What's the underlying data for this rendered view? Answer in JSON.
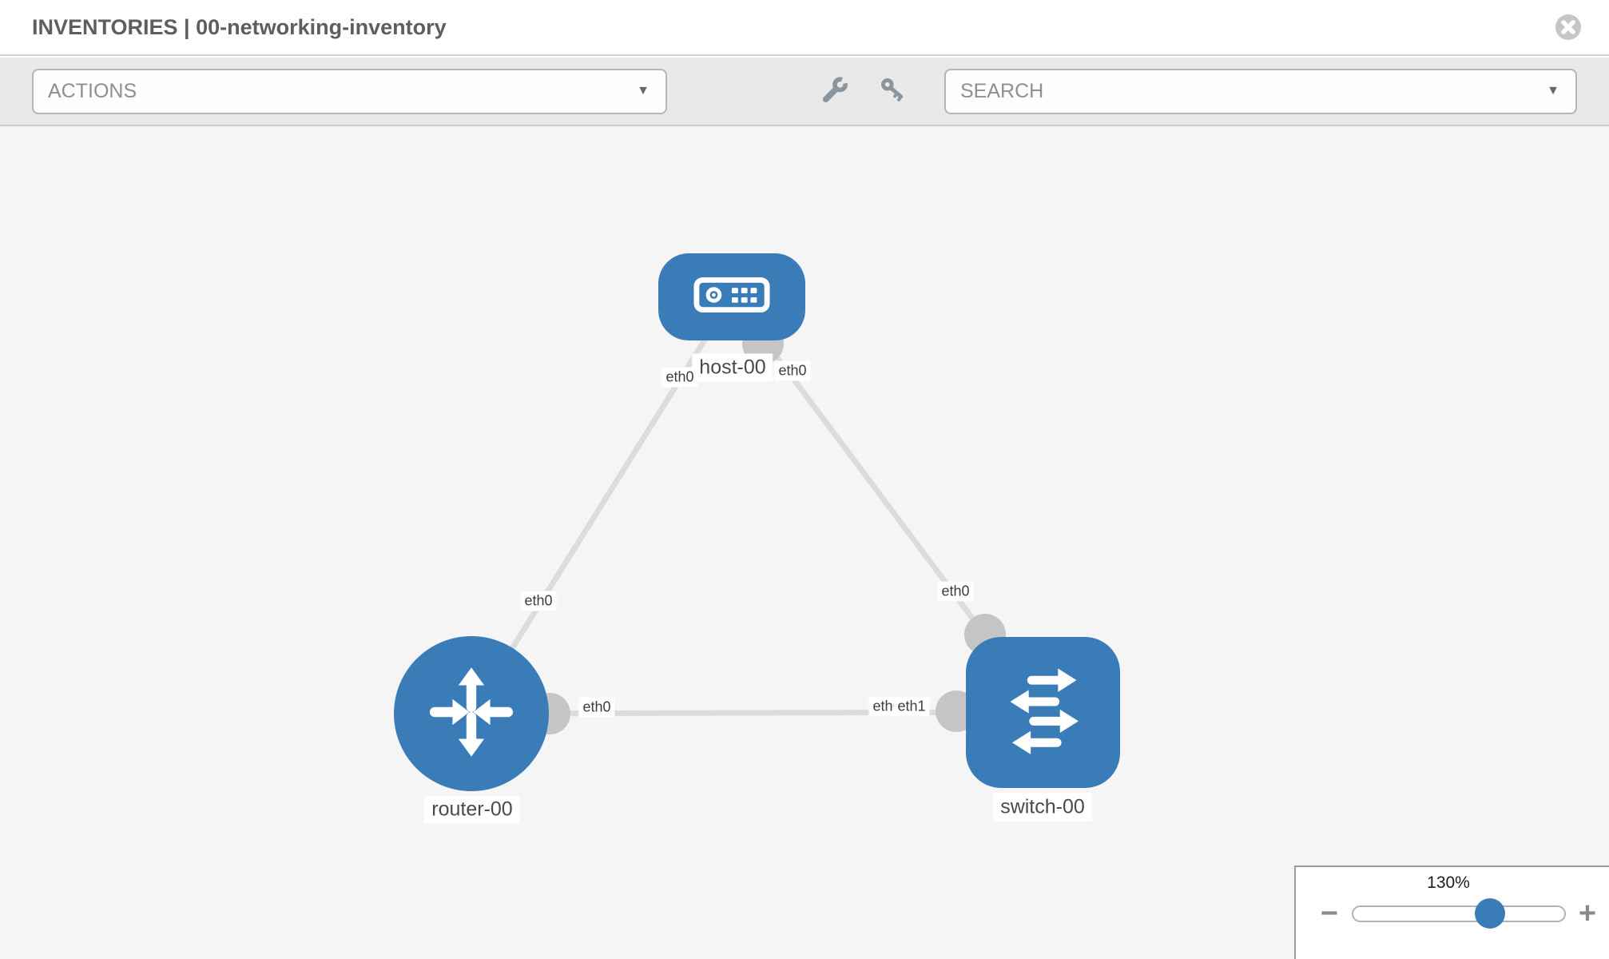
{
  "header": {
    "title": "INVENTORIES | 00-networking-inventory"
  },
  "toolbar": {
    "actions_label": "ACTIONS",
    "search_label": "SEARCH",
    "caret_glyph": "▼",
    "icon_names": [
      "wrench-icon",
      "key-icon"
    ]
  },
  "topology": {
    "nodes": [
      {
        "label": "host-00",
        "type": "host"
      },
      {
        "label": "router-00",
        "type": "router"
      },
      {
        "label": "switch-00",
        "type": "switch"
      }
    ],
    "links": [
      {
        "from": "host-00",
        "to": "router-00"
      },
      {
        "from": "host-00",
        "to": "switch-00"
      },
      {
        "from": "router-00",
        "to": "switch-00"
      }
    ],
    "interface_labels": [
      {
        "text": "eth0",
        "at": "host-00 lower-left"
      },
      {
        "text": "eth0",
        "at": "host-00 lower-right"
      },
      {
        "text": "eth0",
        "at": "link to router-00"
      },
      {
        "text": "eth0",
        "at": "link to switch-00 top"
      },
      {
        "text": "eth0",
        "at": "router-00 right"
      },
      {
        "text": "eth0",
        "at": "switch-00 left (partially covered)"
      },
      {
        "text": "eth1",
        "at": "switch-00 left"
      }
    ]
  },
  "zoom_control": {
    "level": "130%",
    "minus_label": "−",
    "plus_label": "+"
  },
  "colors": {
    "node_blue": "#3a7cb7",
    "link_gray": "#dcdcdc",
    "interface_marker_gray": "#c5c5c5",
    "canvas_bg": "#f5f5f5",
    "toolbar_bg": "#e9e9e9"
  }
}
